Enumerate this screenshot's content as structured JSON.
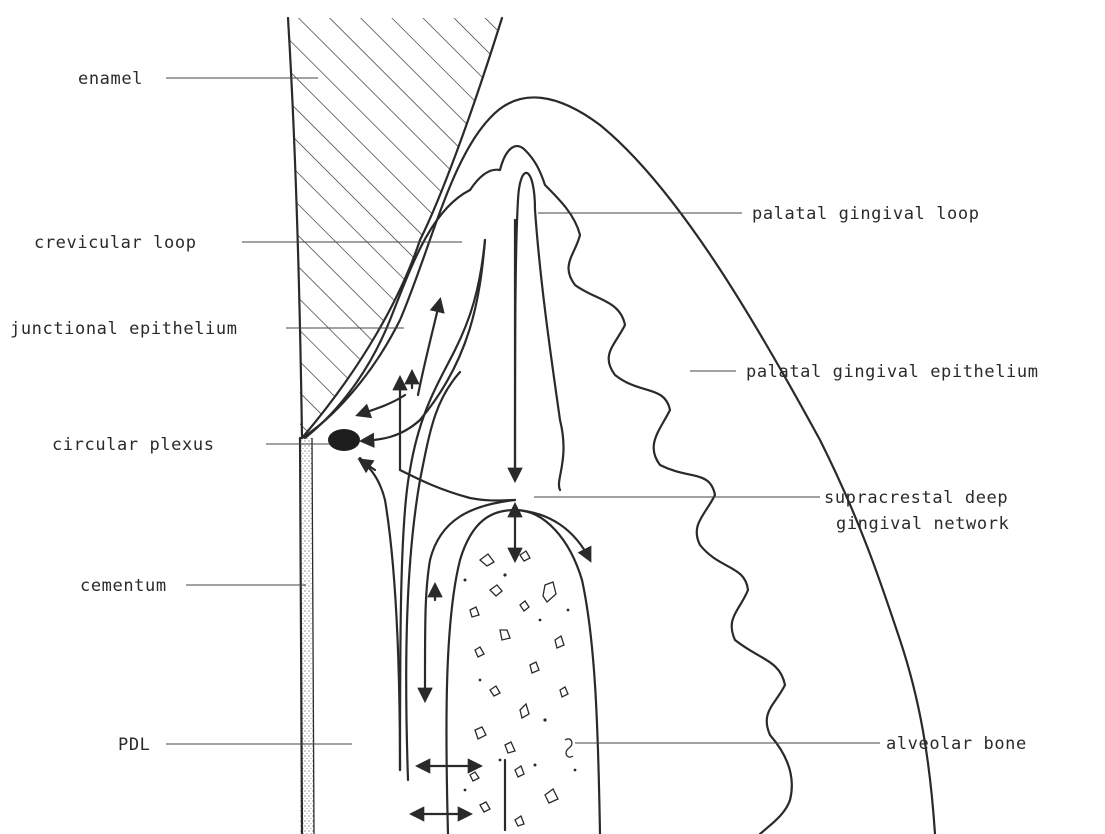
{
  "labels": {
    "enamel": "enamel",
    "crevicular_loop": "crevicular loop",
    "junctional_epithelium": "junctional epithelium",
    "circular_plexus": "circular plexus",
    "cementum": "cementum",
    "pdl": "PDL",
    "palatal_gingival_loop": "palatal gingival loop",
    "palatal_gingival_epithelium": "palatal gingival epithelium",
    "supracrestal_line1": "supracrestal deep",
    "supracrestal_line2": "gingival network",
    "alveolar_bone": "alveolar bone"
  }
}
